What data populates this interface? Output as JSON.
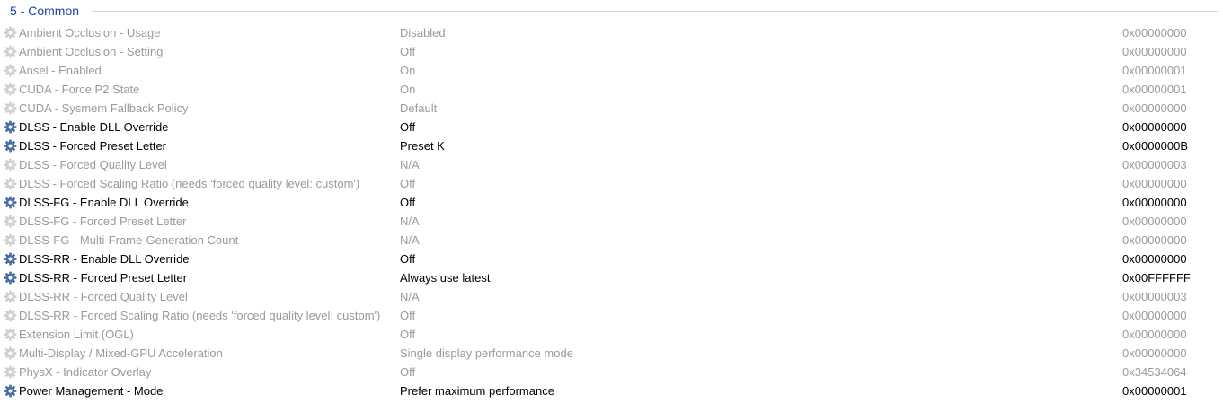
{
  "group": {
    "title": "5 - Common"
  },
  "colors": {
    "active_text": "#000000",
    "inactive_text": "#9a9a9a",
    "header_text": "#1f3fa0",
    "active_gear": "#4a6fa5",
    "inactive_gear": "#d0d0d0"
  },
  "settings": [
    {
      "name": "Ambient Occlusion  - Usage",
      "value": "Disabled",
      "hex": "0x00000000",
      "active": false,
      "icon": "gear-icon"
    },
    {
      "name": "Ambient Occlusion - Setting",
      "value": "Off",
      "hex": "0x00000000",
      "active": false,
      "icon": "gear-icon"
    },
    {
      "name": "Ansel - Enabled",
      "value": "On",
      "hex": "0x00000001",
      "active": false,
      "icon": "gear-icon"
    },
    {
      "name": "CUDA - Force P2 State",
      "value": "On",
      "hex": "0x00000001",
      "active": false,
      "icon": "gear-icon"
    },
    {
      "name": "CUDA - Sysmem Fallback Policy",
      "value": "Default",
      "hex": "0x00000000",
      "active": false,
      "icon": "gear-icon"
    },
    {
      "name": "DLSS - Enable DLL Override",
      "value": "Off",
      "hex": "0x00000000",
      "active": true,
      "icon": "gear-icon"
    },
    {
      "name": "DLSS - Forced Preset Letter",
      "value": "Preset K",
      "hex": "0x0000000B",
      "active": true,
      "icon": "gear-icon"
    },
    {
      "name": "DLSS - Forced Quality Level",
      "value": "N/A",
      "hex": "0x00000003",
      "active": false,
      "icon": "gear-icon"
    },
    {
      "name": "DLSS - Forced Scaling Ratio (needs 'forced quality level: custom')",
      "value": "Off",
      "hex": "0x00000000",
      "active": false,
      "icon": "gear-icon"
    },
    {
      "name": "DLSS-FG - Enable DLL Override",
      "value": "Off",
      "hex": "0x00000000",
      "active": true,
      "icon": "gear-icon"
    },
    {
      "name": "DLSS-FG - Forced Preset Letter",
      "value": "N/A",
      "hex": "0x00000000",
      "active": false,
      "icon": "gear-icon"
    },
    {
      "name": "DLSS-FG - Multi-Frame-Generation Count",
      "value": "N/A",
      "hex": "0x00000000",
      "active": false,
      "icon": "gear-icon"
    },
    {
      "name": "DLSS-RR - Enable DLL Override",
      "value": "Off",
      "hex": "0x00000000",
      "active": true,
      "icon": "gear-icon"
    },
    {
      "name": "DLSS-RR - Forced Preset Letter",
      "value": "Always use latest",
      "hex": "0x00FFFFFF",
      "active": true,
      "icon": "gear-icon"
    },
    {
      "name": "DLSS-RR - Forced Quality Level",
      "value": "N/A",
      "hex": "0x00000003",
      "active": false,
      "icon": "gear-icon"
    },
    {
      "name": "DLSS-RR - Forced Scaling Ratio (needs 'forced quality level: custom')",
      "value": "Off",
      "hex": "0x00000000",
      "active": false,
      "icon": "gear-icon"
    },
    {
      "name": "Extension Limit (OGL)",
      "value": "Off",
      "hex": "0x00000000",
      "active": false,
      "icon": "gear-icon"
    },
    {
      "name": "Multi-Display / Mixed-GPU Acceleration",
      "value": "Single display performance mode",
      "hex": "0x00000000",
      "active": false,
      "icon": "gear-icon"
    },
    {
      "name": "PhysX - Indicator Overlay",
      "value": "Off",
      "hex": "0x34534064",
      "active": false,
      "icon": "gear-icon"
    },
    {
      "name": "Power Management - Mode",
      "value": "Prefer maximum performance",
      "hex": "0x00000001",
      "active": true,
      "icon": "gear-icon"
    }
  ]
}
